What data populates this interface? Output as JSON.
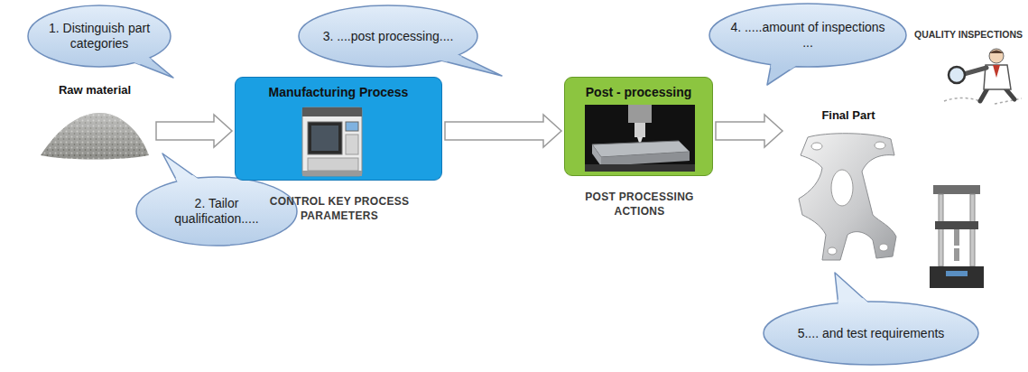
{
  "diagram": {
    "nodes": [
      {
        "text": [
          "1. Distinguish part categories"
        ]
      },
      {
        "text": [
          "Raw material"
        ]
      },
      {
        "text": [
          "2. Tailor qualification....."
        ]
      },
      {
        "text": [
          "Manufacturing Process",
          "CONTROL KEY PROCESS PARAMETERS"
        ]
      },
      {
        "text": [
          "3. ....post processing...."
        ]
      },
      {
        "text": [
          "Post - processing",
          "POST PROCESSING ACTIONS"
        ]
      },
      {
        "text": [
          "4. .....amount of inspections ..."
        ]
      },
      {
        "text": [
          "Final Part"
        ]
      },
      {
        "text": [
          "5.... and test requirements"
        ]
      }
    ],
    "edges": [
      {
        "from": 1,
        "to": 3,
        "arrow": "to"
      },
      {
        "from": 3,
        "to": 5,
        "arrow": "to"
      },
      {
        "from": 5,
        "to": 7,
        "arrow": "to"
      }
    ],
    "labels": [
      "QUALITY INSPECTIONS"
    ]
  }
}
